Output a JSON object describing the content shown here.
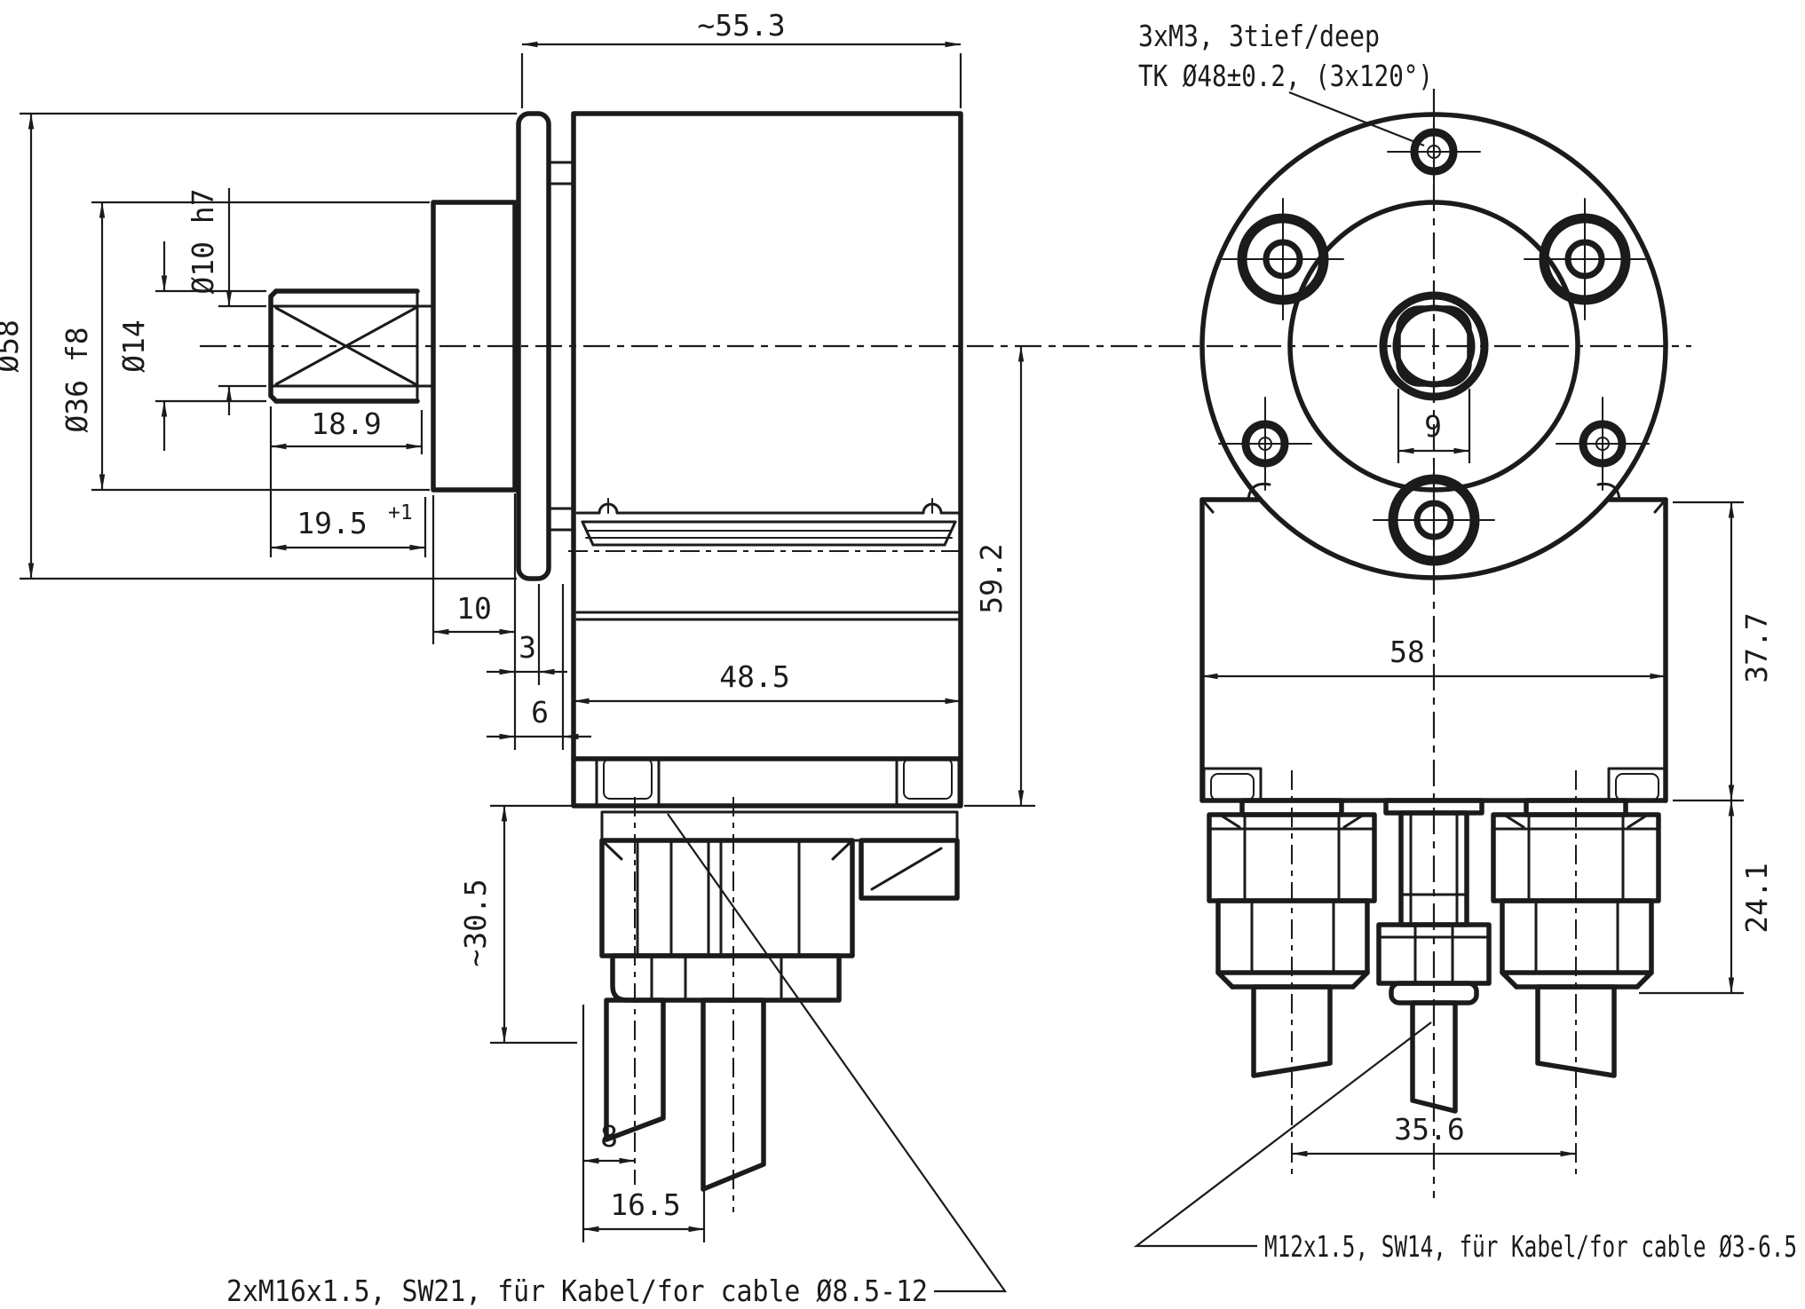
{
  "drawing": {
    "notes": {
      "m3_line1": "3xM3, 3tief/deep",
      "m3_line2": "TK Ø48±0.2, (3x120°)",
      "m16": "2xM16x1.5, SW21, für Kabel/for cable Ø8.5-12",
      "m12": "M12x1.5, SW14, für Kabel/for cable Ø3-6.5"
    },
    "side_view": {
      "dim_overall_depth": "~55.3",
      "dim_flange_diameter": "Ø58",
      "dim_pilot_diameter": "Ø36 f8",
      "dim_shaft_diameter": "Ø14",
      "dim_shaft_end_diameter": "Ø10 h7",
      "dim_shaft_length": "18.9",
      "dim_shaft_length_max": "19.5",
      "dim_shaft_length_tolerance": "+1",
      "dim_pilot_length": "10",
      "dim_step_3": "3",
      "dim_step_6": "6",
      "dim_body_depth": "48.5",
      "dim_axis_to_bottom": "59.2",
      "dim_gland_protrusion": "~30.5",
      "dim_cable_offset_1": "8",
      "dim_cable_offset_2": "16.5"
    },
    "front_view": {
      "dim_body_width": "58",
      "dim_shaft_across_flats": "9",
      "dim_body_height": "37.7",
      "dim_gland_height": "24.1",
      "dim_gland_spacing": "35.6"
    },
    "colors": {
      "line": "#1b1b1b",
      "background": "#ffffff"
    }
  }
}
